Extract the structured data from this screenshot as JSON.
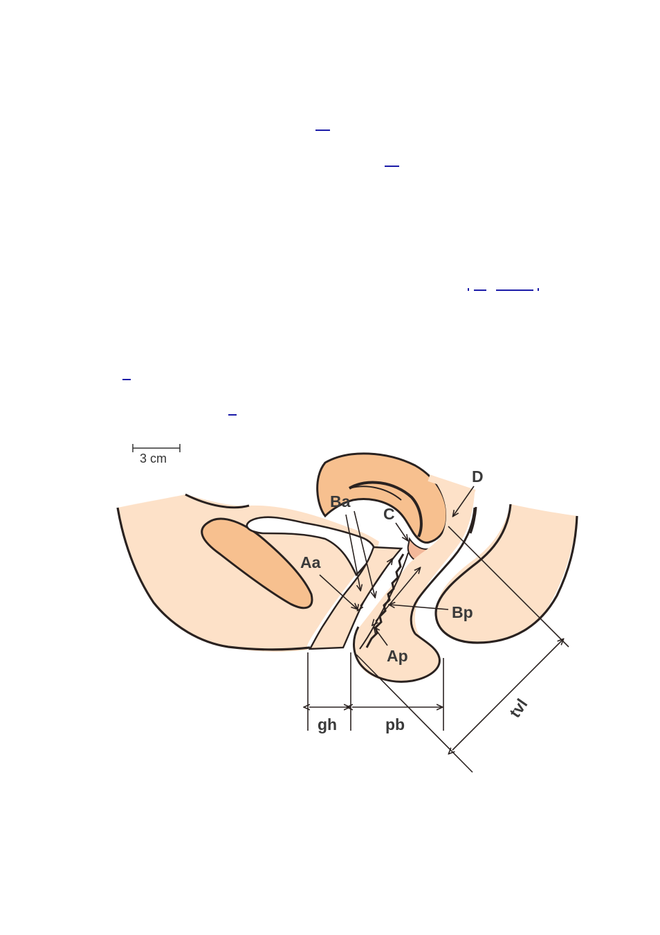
{
  "reference_links": [
    {
      "name": "ref-link-1"
    },
    {
      "name": "ref-link-2"
    },
    {
      "name": "ref-link-3"
    },
    {
      "name": "ref-link-4"
    },
    {
      "name": "ref-link-5"
    },
    {
      "name": "ref-link-6"
    }
  ],
  "diagram": {
    "scale_bar_label": "3 cm",
    "labels": {
      "Aa": "Aa",
      "Ba": "Ba",
      "C": "C",
      "D": "D",
      "Bp": "Bp",
      "Ap": "Ap",
      "gh": "gh",
      "pb": "pb",
      "tvl": "tvl"
    },
    "colors": {
      "tissue": "#fde1c8",
      "organ": "#f7c08f",
      "outline": "#2a2220",
      "link": "#1a1aa8"
    }
  }
}
